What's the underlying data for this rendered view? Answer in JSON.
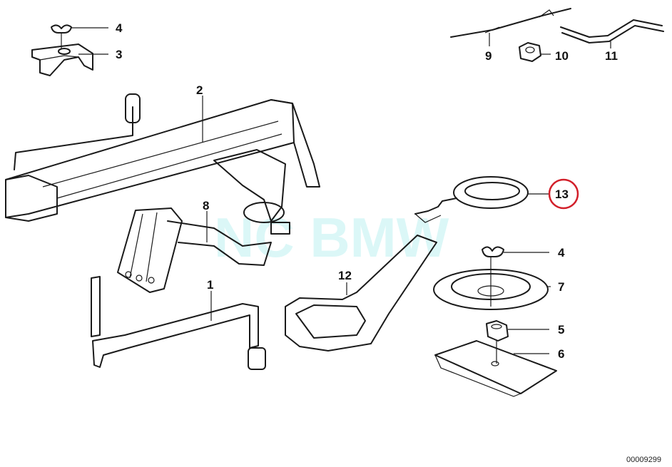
{
  "watermark": "NC BMW",
  "labels": {
    "p1": "1",
    "p2": "2",
    "p3": "3",
    "p4a": "4",
    "p4b": "4",
    "p5": "5",
    "p6": "6",
    "p7": "7",
    "p8": "8",
    "p9": "9",
    "p10": "10",
    "p11": "11",
    "p12": "12",
    "p13": "13"
  },
  "highlight": {
    "part": "13",
    "color": "#d21f2a"
  },
  "doc_number": "00009299"
}
